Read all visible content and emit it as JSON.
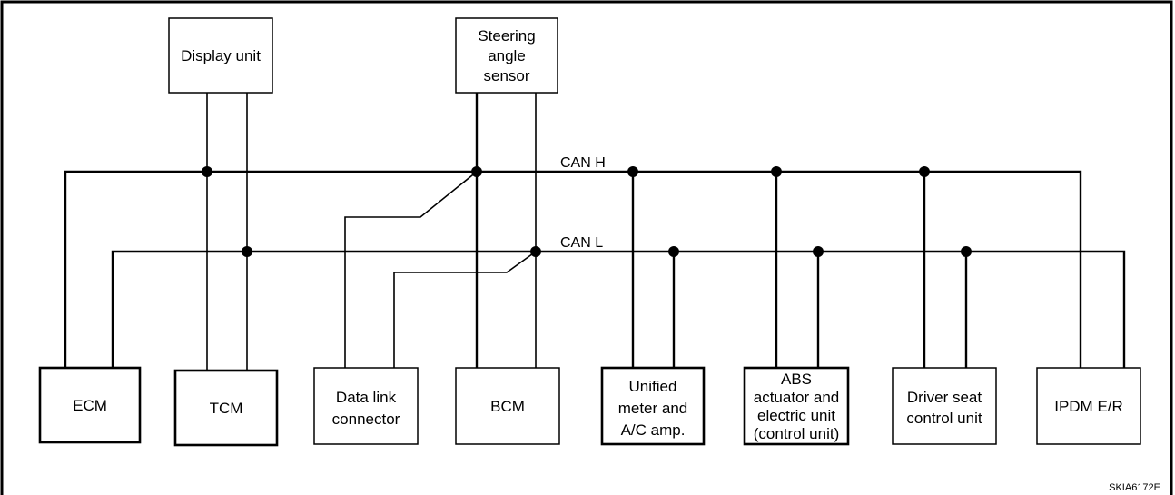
{
  "diagram": {
    "buses": {
      "can_h": "CAN H",
      "can_l": "CAN L"
    },
    "units": {
      "display_unit": [
        "Display unit"
      ],
      "steering_angle_sensor": [
        "Steering",
        "angle",
        "sensor"
      ],
      "ecm": [
        "ECM"
      ],
      "tcm": [
        "TCM"
      ],
      "data_link_connector": [
        "Data link",
        "connector"
      ],
      "bcm": [
        "BCM"
      ],
      "unified_meter": [
        "Unified",
        "meter and",
        "A/C amp."
      ],
      "abs_actuator": [
        "ABS",
        "actuator and",
        "electric unit",
        "(control unit)"
      ],
      "driver_seat": [
        "Driver seat",
        "control unit"
      ],
      "ipdm": [
        "IPDM E/R"
      ]
    },
    "figure_code": "SKIA6172E"
  }
}
